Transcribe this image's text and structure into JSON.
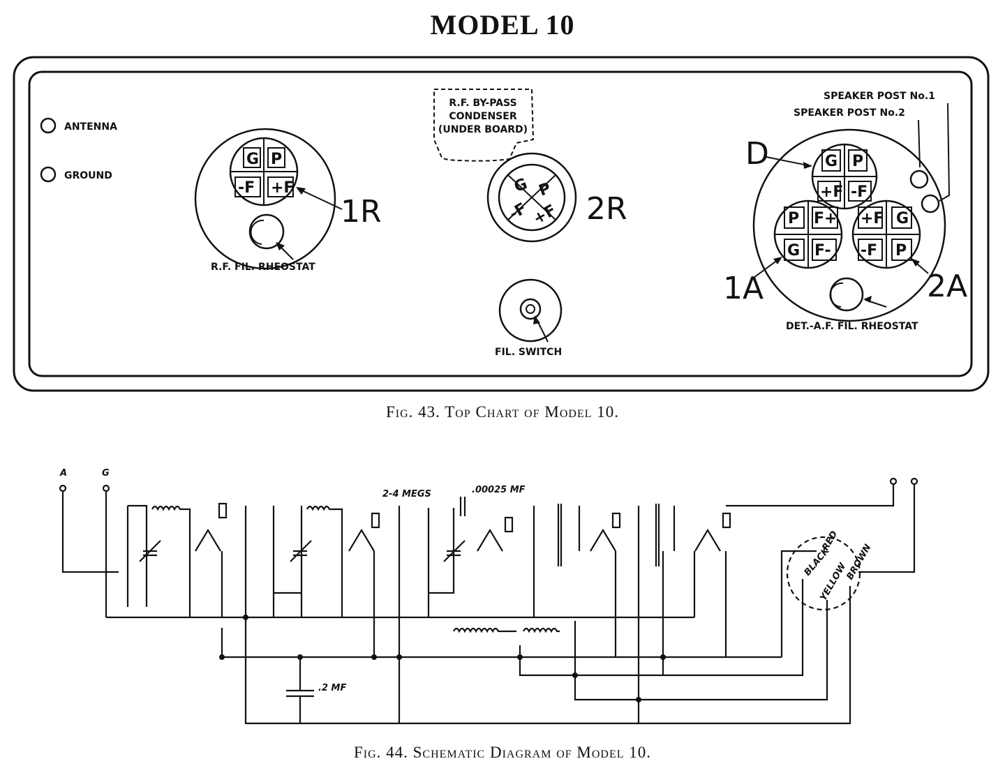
{
  "title": "MODEL 10",
  "fig43": {
    "caption": "Fig. 43.  Top Chart of Model 10.",
    "antenna": "ANTENNA",
    "ground": "GROUND",
    "rf_rheostat": "R.F. FIL. RHEOSTAT",
    "bypass_line1": "R.F. BY-PASS",
    "bypass_line2": "CONDENSER",
    "bypass_line3": "(UNDER BOARD)",
    "fil_switch": "FIL. SWITCH",
    "speaker_post_1": "SPEAKER POST No.1",
    "speaker_post_2": "SPEAKER POST No.2",
    "det_rheostat": "DET.-A.F. FIL. RHEOSTAT",
    "socket_1r": "1R",
    "socket_2r": "2R",
    "socket_1a": "1A",
    "socket_2a": "2A",
    "socket_d": "D",
    "pins": {
      "g": "G",
      "p": "P",
      "minus_f": "-F",
      "plus_f": "+F",
      "f_plus": "F+",
      "f_minus": "F-",
      "g6": "G"
    }
  },
  "fig44": {
    "caption": "Fig. 44.  Schematic Diagram of Model 10.",
    "terminal_a": "A",
    "terminal_g": "G",
    "megs": "2-4 MEGS",
    "mf_small": ".00025 MF",
    "mf_large": ".2 MF",
    "red": "RED",
    "black": "BLACK",
    "yellow": "YELLOW",
    "brown": "BROWN"
  }
}
